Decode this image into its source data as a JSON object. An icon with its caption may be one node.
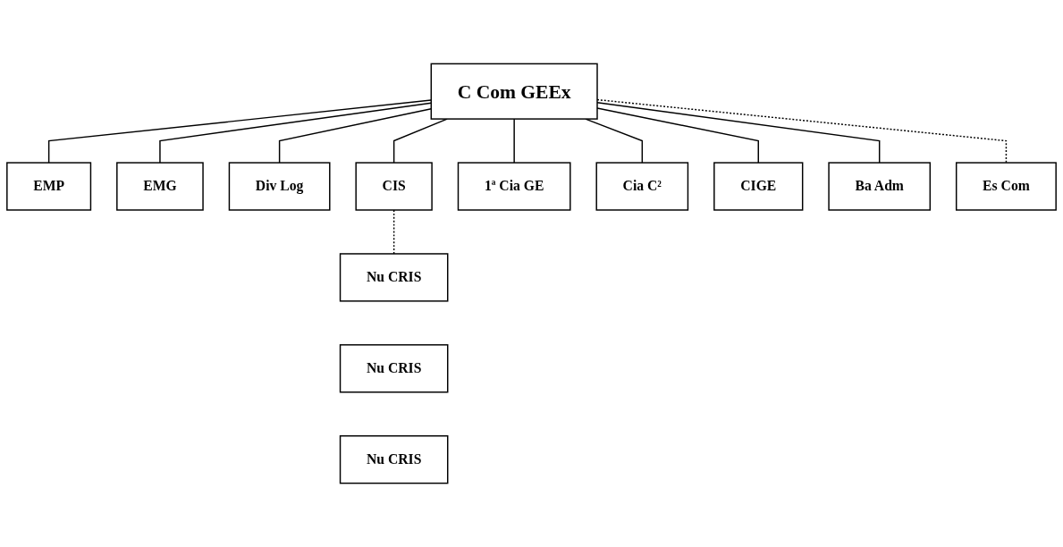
{
  "diagram": {
    "nodes": [
      {
        "text": [
          "C Com GEEx"
        ]
      },
      {
        "text": [
          "EMP"
        ]
      },
      {
        "text": [
          "EMG"
        ]
      },
      {
        "text": [
          "Div Log"
        ]
      },
      {
        "text": [
          "CIS"
        ]
      },
      {
        "text": [
          "Nu CRIS"
        ]
      },
      {
        "text": [
          "Nu CRIS"
        ]
      },
      {
        "text": [
          "Nu CRIS"
        ]
      },
      {
        "text": [
          "1ª Cia GE"
        ]
      },
      {
        "text": [
          "Cia C²"
        ]
      },
      {
        "text": [
          "CIGE"
        ]
      },
      {
        "text": [
          "Ba Adm"
        ]
      },
      {
        "text": [
          "Es Com"
        ]
      }
    ],
    "edges": [
      {
        "from": 0,
        "to": 1,
        "arrow": "none"
      },
      {
        "from": 0,
        "to": 2,
        "arrow": "none"
      },
      {
        "from": 0,
        "to": 3,
        "arrow": "none"
      },
      {
        "from": 0,
        "to": 4,
        "arrow": "none"
      },
      {
        "from": 4,
        "to": 5,
        "arrow": "none",
        "style": "dashed"
      },
      {
        "from": 0,
        "to": 8,
        "arrow": "none"
      },
      {
        "from": 0,
        "to": 9,
        "arrow": "none"
      },
      {
        "from": 0,
        "to": 10,
        "arrow": "none"
      },
      {
        "from": 0,
        "to": 11,
        "arrow": "none"
      },
      {
        "from": 0,
        "to": 12,
        "arrow": "none",
        "style": "dashed"
      }
    ]
  }
}
